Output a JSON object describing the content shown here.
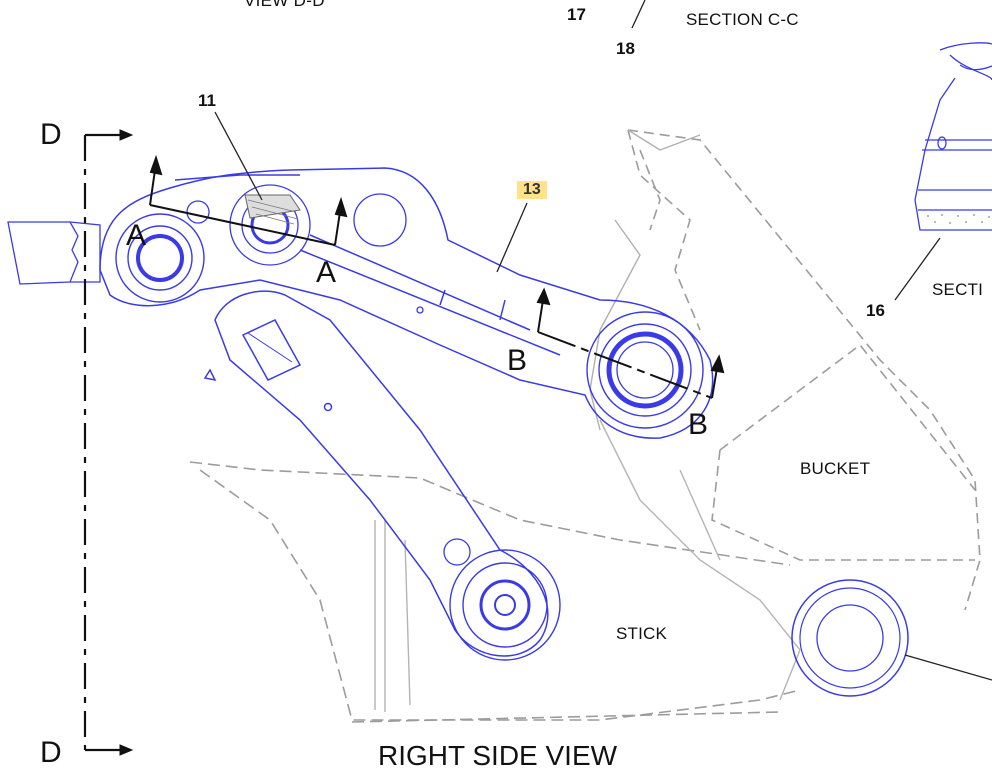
{
  "labels": {
    "view_dd_top": "VIEW D-D",
    "section_cc": "SECTION C-C",
    "section_partial": "SECTI",
    "bucket": "BUCKET",
    "stick": "STICK",
    "view_title": "RIGHT SIDE VIEW"
  },
  "callouts": {
    "c11": "11",
    "c13": "13",
    "c16": "16",
    "c17": "17",
    "c18": "18"
  },
  "section_marks": {
    "d": "D",
    "a": "A",
    "b": "B"
  },
  "colors": {
    "part_line": "#3a3ae6",
    "ghost_line": "#9a9a9a",
    "section_line": "#111111",
    "highlight": "#ffe28a"
  }
}
